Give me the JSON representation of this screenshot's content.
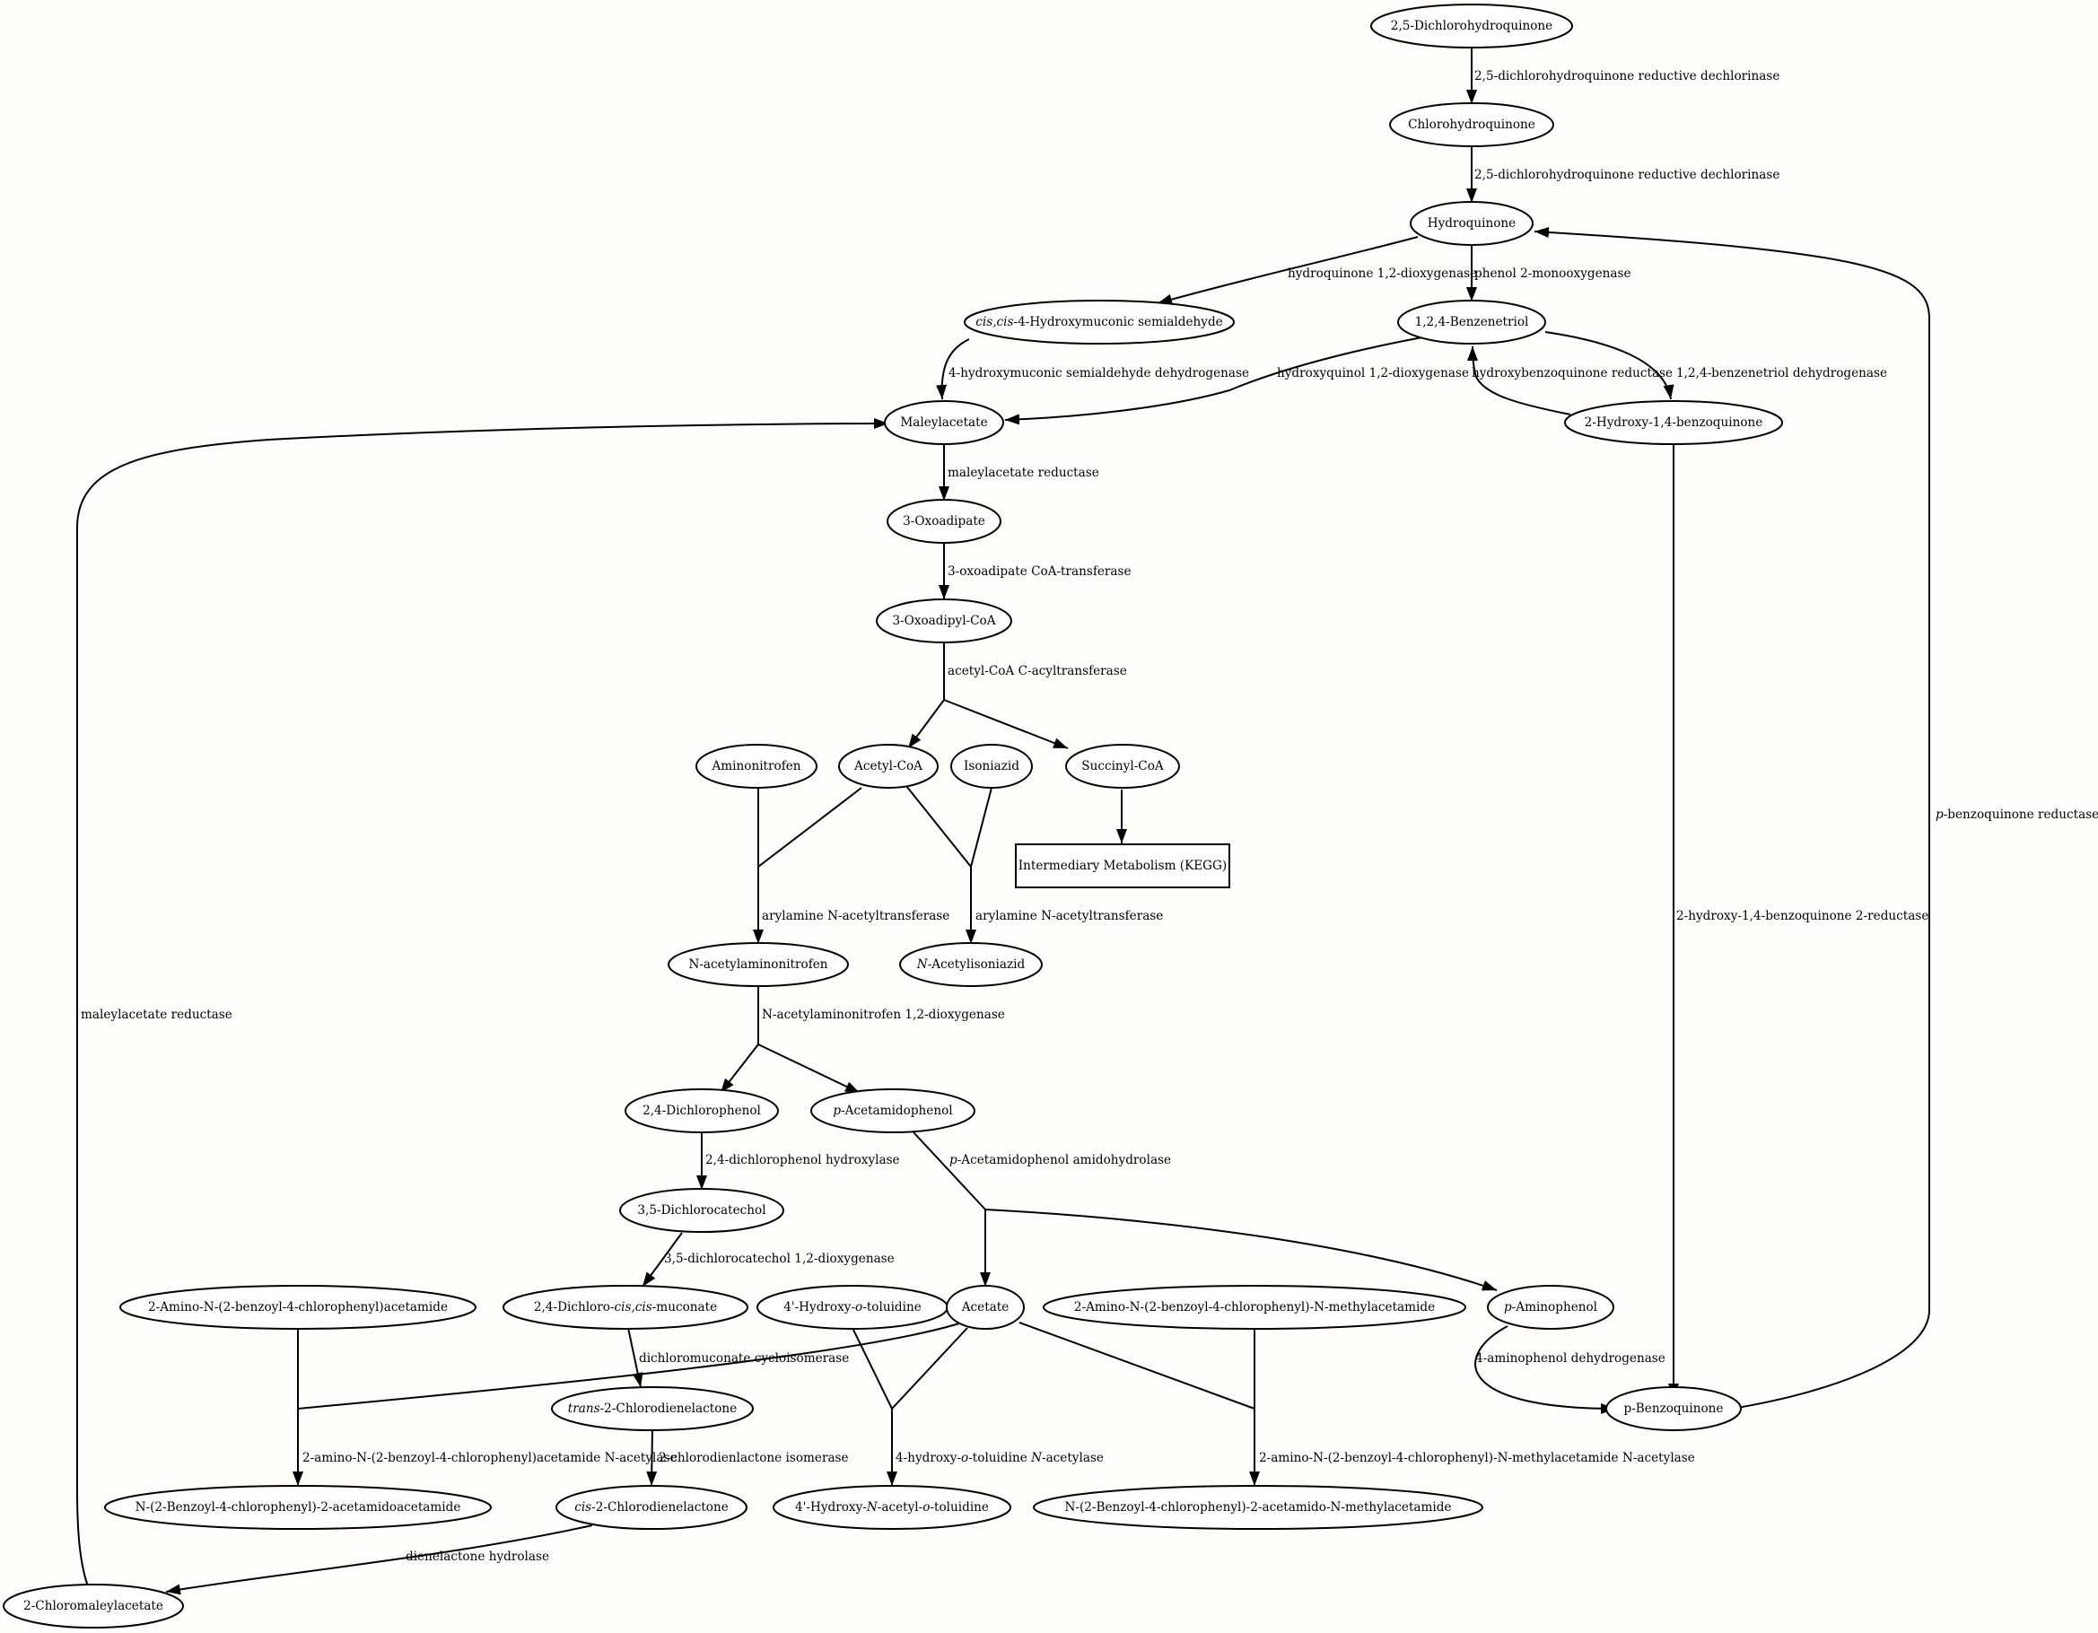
{
  "nodes": {
    "dichlorohydroquinone": "2,5-Dichlorohydroquinone",
    "chlorohydroquinone": "Chlorohydroquinone",
    "hydroquinone": "Hydroquinone",
    "hydroxymuconic_prefix": "cis,cis",
    "hydroxymuconic_suffix": "-4-Hydroxymuconic semialdehyde",
    "benzenetriol": "1,2,4-Benzenetriol",
    "maleylacetate": "Maleylacetate",
    "hydroxybenzoquinone": "2-Hydroxy-1,4-benzoquinone",
    "oxoadipate": "3-Oxoadipate",
    "oxoadipylcoa": "3-Oxoadipyl-CoA",
    "aminonitrofen": "Aminonitrofen",
    "acetylcoa": "Acetyl-CoA",
    "isoniazid": "Isoniazid",
    "succinylcoa": "Succinyl-CoA",
    "kegg": "Intermediary Metabolism (KEGG)",
    "nacetylaminonitrofen": "N-acetylaminonitrofen",
    "nacetylisoniazid_prefix": "N",
    "nacetylisoniazid_suffix": "-Acetylisoniazid",
    "dichlorophenol": "2,4-Dichlorophenol",
    "acetamidophenol_prefix": "p",
    "acetamidophenol_suffix": "-Acetamidophenol",
    "dichlorocatechol": "3,5-Dichlorocatechol",
    "amino_benzoyl_acetamide": "2-Amino-N-(2-benzoyl-4-chlorophenyl)acetamide",
    "dichloromuconate_a": "2,4-Dichloro-",
    "dichloromuconate_b": "cis,cis",
    "dichloromuconate_c": "-muconate",
    "hydroxytoluidine_a": "4'-Hydroxy-",
    "hydroxytoluidine_b": "o",
    "hydroxytoluidine_c": "-toluidine",
    "acetate": "Acetate",
    "amino_benzoyl_methylacetamide": "2-Amino-N-(2-benzoyl-4-chlorophenyl)-N-methylacetamide",
    "aminophenol_prefix": "p",
    "aminophenol_suffix": "-Aminophenol",
    "trans_chlorodienelactone_prefix": "trans",
    "trans_chlorodienelactone_suffix": "-2-Chlorodienelactone",
    "pbenzoquinone": "p-Benzoquinone",
    "benzoyl_acetamidoacetamide": "N-(2-Benzoyl-4-chlorophenyl)-2-acetamidoacetamide",
    "cis_chlorodienelactone_prefix": "cis",
    "cis_chlorodienelactone_suffix": "-2-Chlorodienelactone",
    "hydroxyacetyltoluidine_a": "4'-Hydroxy-",
    "hydroxyacetyltoluidine_b": "N",
    "hydroxyacetyltoluidine_c": "-acetyl-",
    "hydroxyacetyltoluidine_d": "o",
    "hydroxyacetyltoluidine_e": "-toluidine",
    "benzoyl_acetamido_methylacetamide": "N-(2-Benzoyl-4-chlorophenyl)-2-acetamido-N-methylacetamide",
    "chloromaleylacetate": "2-Chloromaleylacetate"
  },
  "edges": {
    "dchq_reductive_1": "2,5-dichlorohydroquinone reductive dechlorinase",
    "dchq_reductive_2": "2,5-dichlorohydroquinone reductive dechlorinase",
    "hq_dioxygenase": "hydroquinone 1,2-dioxygenase",
    "phenol_monooxygenase": "phenol 2-monooxygenase",
    "hm_dehydrogenase": "4-hydroxymuconic semialdehyde dehydrogenase",
    "hydroxyquinol_dioxygenase": "hydroxyquinol 1,2-dioxygenase",
    "hydroxybenzoquinone_reductase": "hydroxybenzoquinone reductase",
    "benzenetriol_dehydrogenase": "1,2,4-benzenetriol dehydrogenase",
    "maleylacetate_reductase": "maleylacetate reductase",
    "oxoadipate_coa_transferase": "3-oxoadipate CoA-transferase",
    "acetyl_coa_acyltransferase": "acetyl-CoA C-acyltransferase",
    "pbenzoquinone_reductase_prefix": "p",
    "pbenzoquinone_reductase_suffix": "-benzoquinone reductase",
    "arylamine_1": "arylamine N-acetyltransferase",
    "arylamine_2": "arylamine N-acetyltransferase",
    "hbq_2_reductase": "2-hydroxy-1,4-benzoquinone 2-reductase",
    "maleylacetate_reductase_2": "maleylacetate reductase",
    "nacetylaminonitrofen_dioxygenase": "N-acetylaminonitrofen 1,2-dioxygenase",
    "dichlorophenol_hydroxylase": "2,4-dichlorophenol hydroxylase",
    "acetamidophenol_amidohydrolase_prefix": "p",
    "acetamidophenol_amidohydrolase_suffix": "-Acetamidophenol amidohydrolase",
    "dichlorocatechol_dioxygenase": "3,5-dichlorocatechol 1,2-dioxygenase",
    "dichloromuconate_cycloisomerase": "dichloromuconate cycloisomerase",
    "aminophenol_dehydrogenase": "4-aminophenol dehydrogenase",
    "amino_acetamide_nacetylase": "2-amino-N-(2-benzoyl-4-chlorophenyl)acetamide N-acetylase",
    "chlorodienelactone_isomerase": "2-chlorodienlactone isomerase",
    "toluidine_nacetylase_a": "4-hydroxy-",
    "toluidine_nacetylase_b": "o",
    "toluidine_nacetylase_c": "-toluidine ",
    "toluidine_nacetylase_d": "N",
    "toluidine_nacetylase_e": "-acetylase",
    "methylacetamide_nacetylase": "2-amino-N-(2-benzoyl-4-chlorophenyl)-N-methylacetamide N-acetylase",
    "dienelactone_hydrolase": "dienelactone hydrolase"
  }
}
